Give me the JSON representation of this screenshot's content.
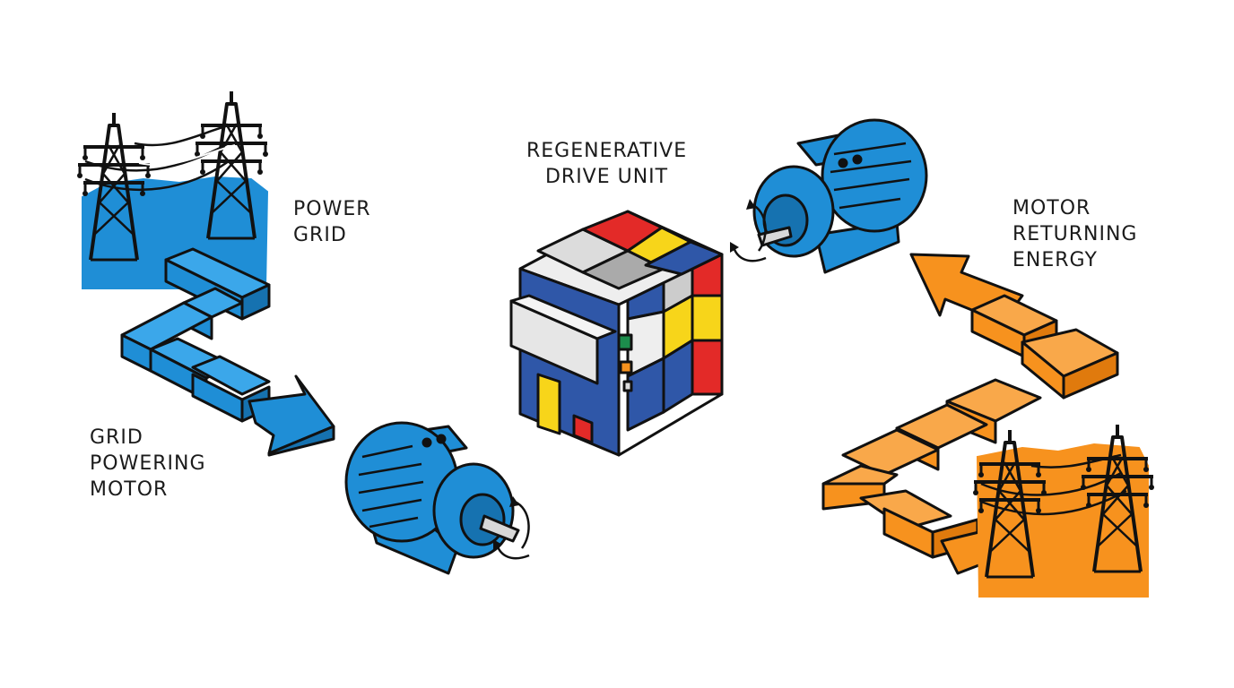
{
  "labels": {
    "power_grid": [
      "POWER",
      "GRID"
    ],
    "drive_unit": [
      "REGENERATIVE",
      "DRIVE UNIT"
    ],
    "grid_powering_motor": [
      "GRID",
      "POWERING",
      "MOTOR"
    ],
    "motor_returning_energy": [
      "MOTOR",
      "RETURNING",
      "ENERGY"
    ]
  },
  "icons": [
    "power-tower-icon",
    "electric-motor-icon",
    "drive-cabinet-icon",
    "rotation-arrow-icon",
    "flow-arrow-icon"
  ],
  "colors": {
    "grid_to_motor": "#1f8ed6",
    "motor_to_grid": "#f7921e",
    "drive_blue": "#2f57a8",
    "drive_red": "#e32a28",
    "drive_yellow": "#f7d51a",
    "drive_green": "#1c8d4c",
    "outline": "#111111"
  }
}
